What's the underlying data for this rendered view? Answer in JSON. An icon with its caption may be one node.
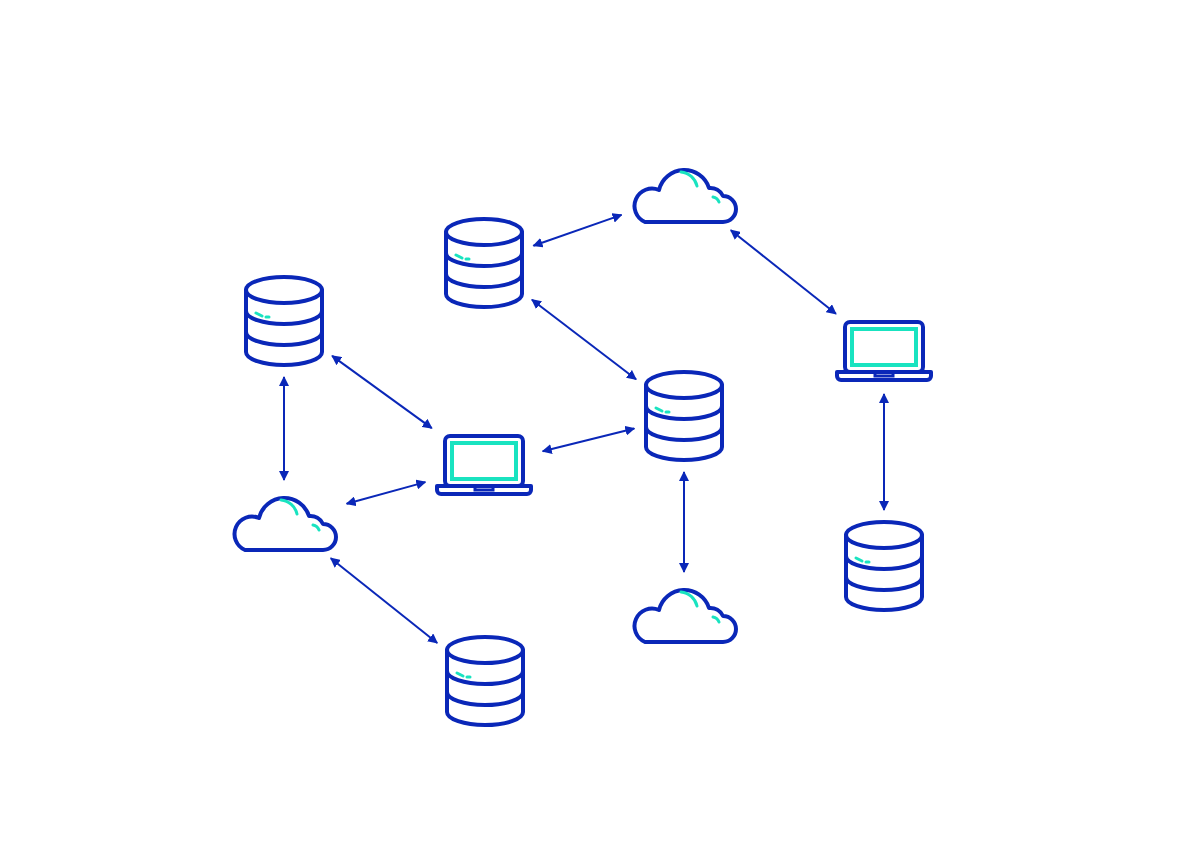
{
  "diagram": {
    "nodes": [
      {
        "text": [],
        "shape": "cloud"
      },
      {
        "text": [],
        "shape": "cylinder"
      },
      {
        "text": [],
        "shape": "cylinder"
      },
      {
        "text": [],
        "shape": "laptop"
      },
      {
        "text": [],
        "shape": "cylinder"
      },
      {
        "text": [],
        "shape": "laptop"
      },
      {
        "text": [],
        "shape": "cloud"
      },
      {
        "text": [],
        "shape": "cylinder"
      },
      {
        "text": [],
        "shape": "cloud"
      },
      {
        "text": [],
        "shape": "cylinder"
      }
    ],
    "edges": [
      {
        "from": 1,
        "to": 0,
        "arrow": "both"
      },
      {
        "from": 0,
        "to": 3,
        "arrow": "both"
      },
      {
        "from": 1,
        "to": 4,
        "arrow": "both"
      },
      {
        "from": 2,
        "to": 5,
        "arrow": "both"
      },
      {
        "from": 2,
        "to": 6,
        "arrow": "both"
      },
      {
        "from": 5,
        "to": 4,
        "arrow": "both"
      },
      {
        "from": 6,
        "to": 5,
        "arrow": "both"
      },
      {
        "from": 4,
        "to": 8,
        "arrow": "both"
      },
      {
        "from": 3,
        "to": 7,
        "arrow": "both"
      },
      {
        "from": 6,
        "to": 9,
        "arrow": "both"
      }
    ]
  }
}
